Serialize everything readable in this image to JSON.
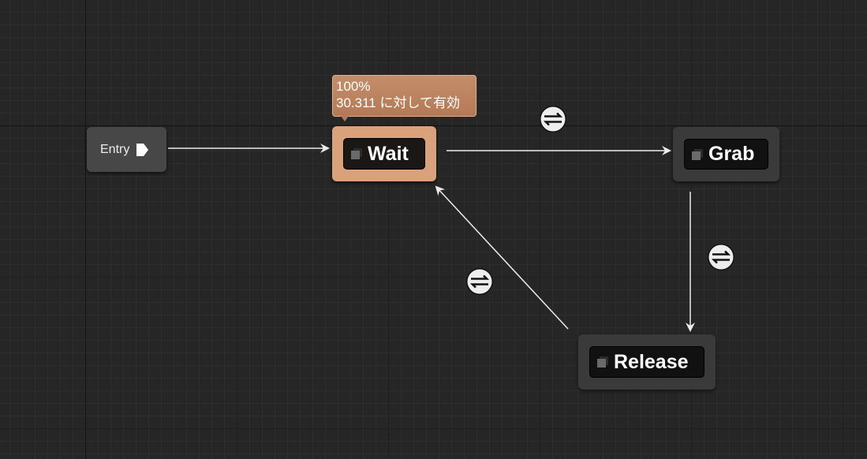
{
  "graph": {
    "entry": {
      "label": "Entry"
    },
    "states": [
      {
        "id": "wait",
        "label": "Wait",
        "active": true
      },
      {
        "id": "grab",
        "label": "Grab",
        "active": false
      },
      {
        "id": "release",
        "label": "Release",
        "active": false
      }
    ],
    "active_tooltip": {
      "percent": "100%",
      "status": "30.311 に対して有効"
    },
    "transitions": [
      {
        "from": "entry",
        "to": "wait",
        "rule_icon": "none"
      },
      {
        "from": "wait",
        "to": "grab",
        "rule_icon": "transition-rule-icon"
      },
      {
        "from": "grab",
        "to": "release",
        "rule_icon": "transition-rule-icon"
      },
      {
        "from": "release",
        "to": "wait",
        "rule_icon": "transition-rule-icon"
      }
    ]
  },
  "colors": {
    "canvas_bg": "#262626",
    "node_bg": "#3a3a3a",
    "active_node": "#d9a27c",
    "tooltip_bg": "#b47a57",
    "wire": "#ececec"
  }
}
